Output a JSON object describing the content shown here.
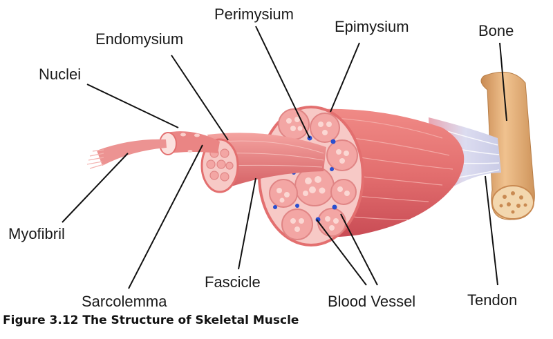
{
  "labels": {
    "perimysium": "Perimysium",
    "endomysium": "Endomysium",
    "epimysium": "Epimysium",
    "bone": "Bone",
    "nuclei": "Nuclei",
    "myofibril": "Myofibril",
    "sarcolemma": "Sarcolemma",
    "fascicle": "Fascicle",
    "blood_vessel": "Blood Vessel",
    "tendon": "Tendon"
  },
  "caption": "Figure 3.12 The Structure of Skeletal Muscle",
  "colors": {
    "muscle": "#e36f6f",
    "muscle_dark": "#c94c55",
    "muscle_light": "#f6b4b0",
    "sheath": "#f7c9c6",
    "fascicle_fill": "#f3a6a4",
    "fiber_dot": "#fbd7d3",
    "vessel": "#2a4fd0",
    "bone": "#e8b57f",
    "bone_dark": "#c98a52",
    "tendon": "#d8d9ef",
    "leader": "#111111"
  }
}
